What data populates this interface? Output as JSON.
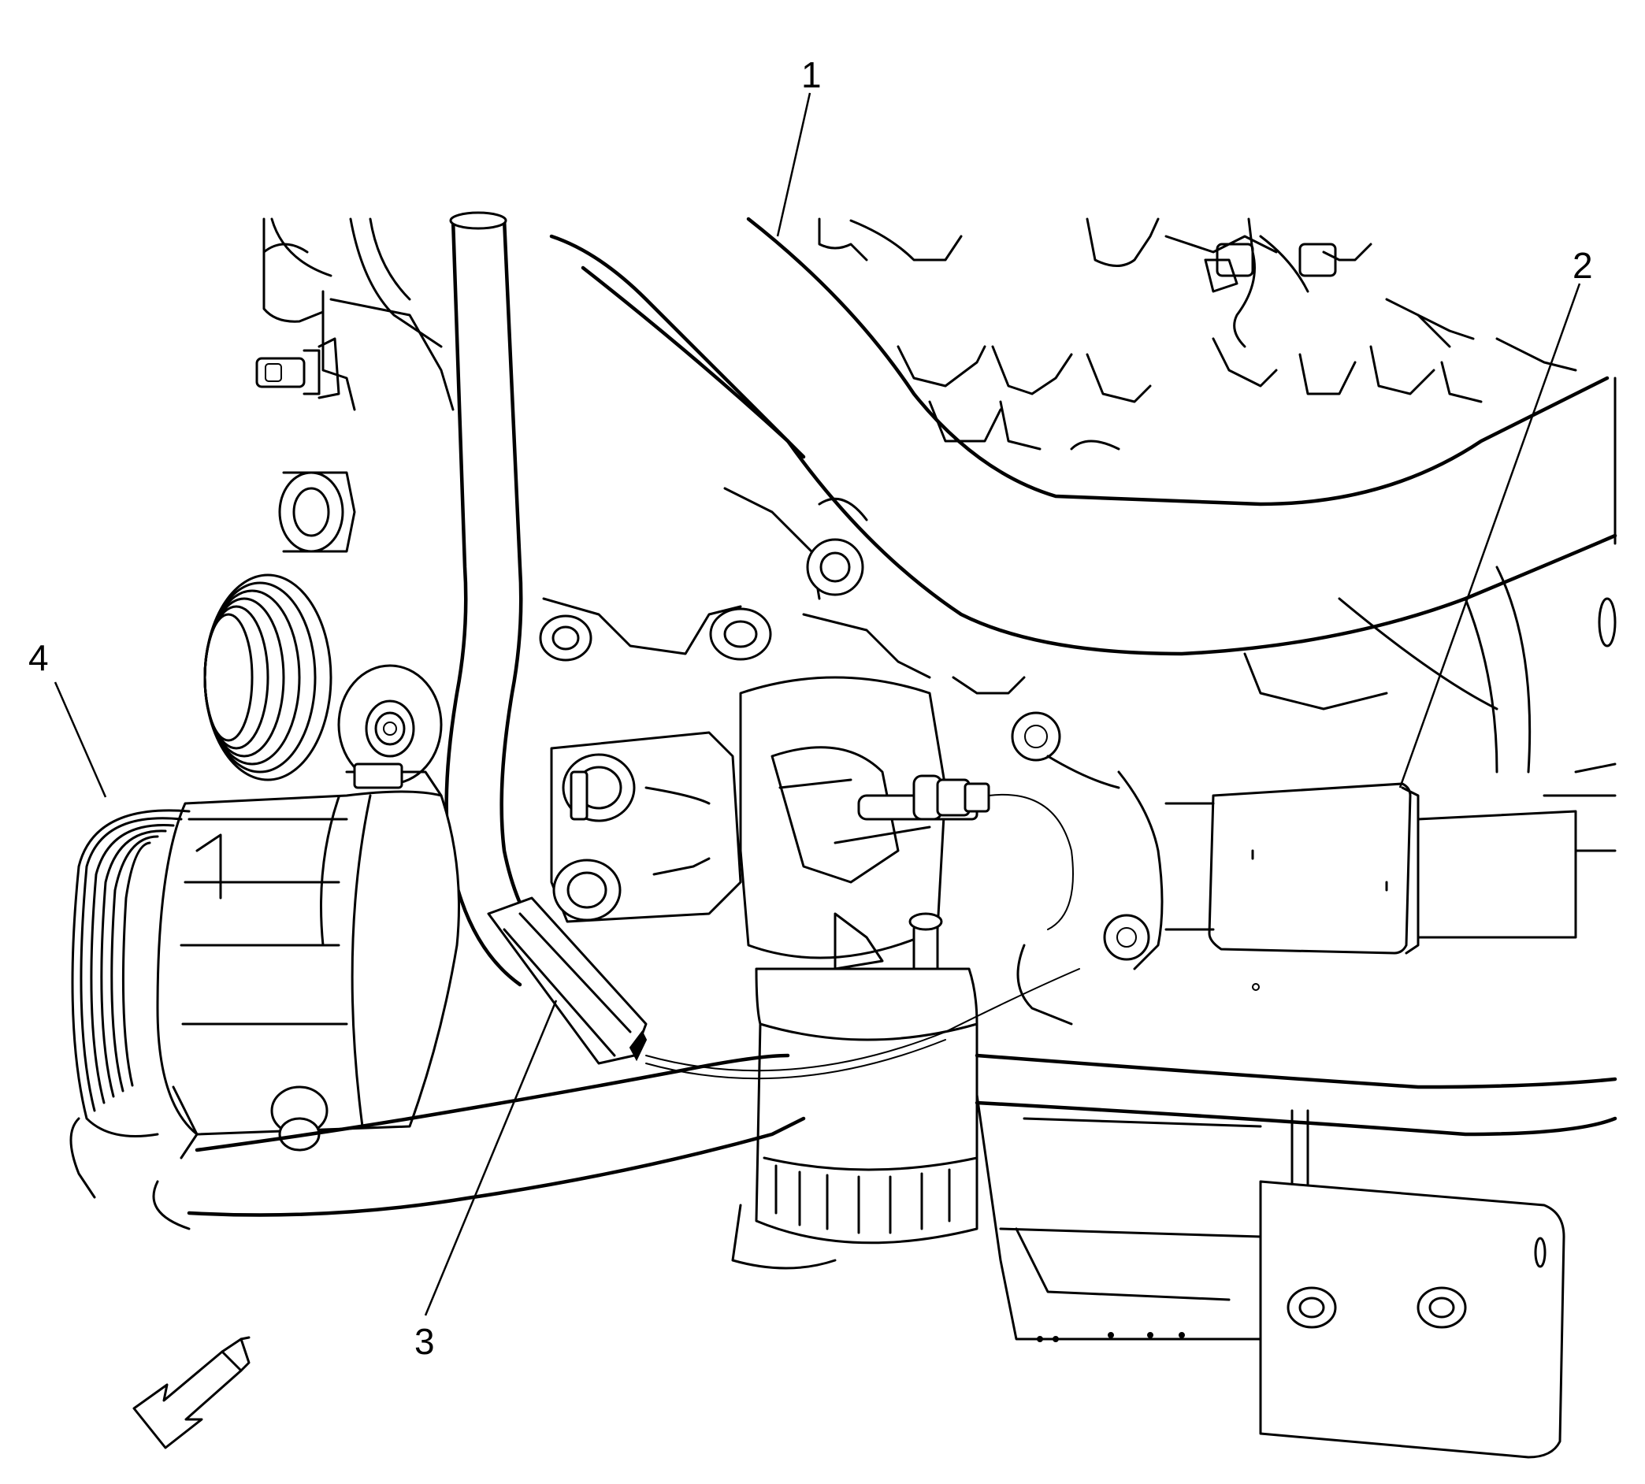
{
  "diagram": {
    "callouts": [
      {
        "id": "1",
        "text": "1"
      },
      {
        "id": "2",
        "text": "2"
      },
      {
        "id": "3",
        "text": "3"
      },
      {
        "id": "4",
        "text": "4"
      }
    ],
    "direction_arrow_icon": "front-direction-arrow-icon"
  }
}
